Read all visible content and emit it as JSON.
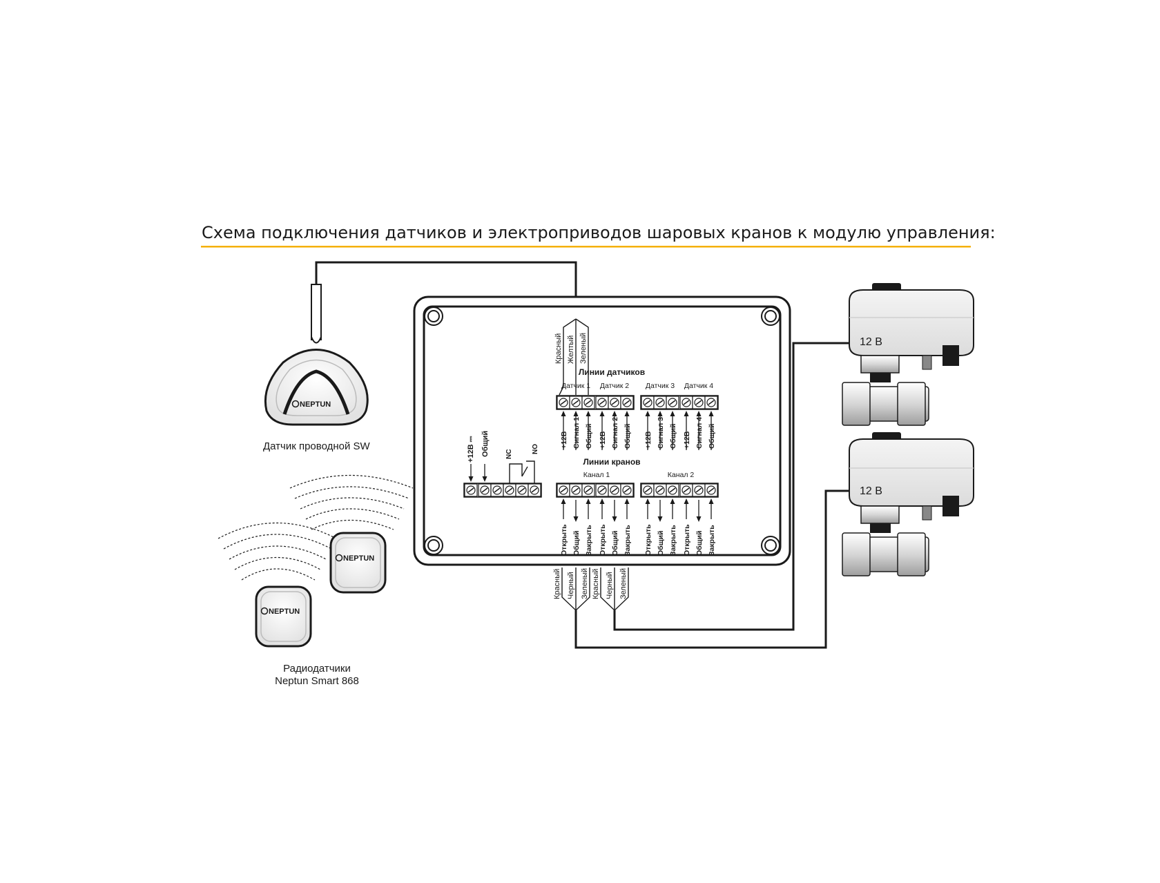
{
  "title": "Схема подключения датчиков и электроприводов шаровых кранов к модулю управления:",
  "accent_color": "#f5b000",
  "wired_sensor": {
    "label": "Датчик проводной SW",
    "logo": "NEPTUN"
  },
  "radio_sensors": {
    "label_line1": "Радиодатчики",
    "label_line2": "Neptun Smart 868",
    "logo": "NEPTUN"
  },
  "top_wires": [
    "Красный",
    "Желтый",
    "Зеленый"
  ],
  "sensor_lines": {
    "title": "Линии датчиков",
    "groups": [
      "Датчик 1",
      "Датчик 2",
      "Датчик 3",
      "Датчик 4"
    ],
    "terminals": [
      "+12В",
      "Сигнал 1",
      "Общий",
      "+12В",
      "Сигнал 2",
      "Общий",
      "+12В",
      "Сигнал 3",
      "Общий",
      "+12В",
      "Сигнал 4",
      "Общий"
    ]
  },
  "power_block": {
    "terminals": [
      "+12В ⎓",
      "Общий"
    ],
    "relay_nc": "NC",
    "relay_no": "NO"
  },
  "valve_lines": {
    "title": "Линии кранов",
    "groups": [
      "Канал 1",
      "Канал 2"
    ],
    "terminals": [
      "Открыть",
      "Общий",
      "Закрыть",
      "Открыть",
      "Общий",
      "Закрыть",
      "Открыть",
      "Общий",
      "Закрыть",
      "Открыть",
      "Общий",
      "Закрыть"
    ]
  },
  "bottom_wires": [
    "Красный",
    "Черный",
    "Зеленый",
    "Красный",
    "Черный",
    "Зеленый"
  ],
  "valves": [
    {
      "voltage": "12 В"
    },
    {
      "voltage": "12 В"
    }
  ]
}
